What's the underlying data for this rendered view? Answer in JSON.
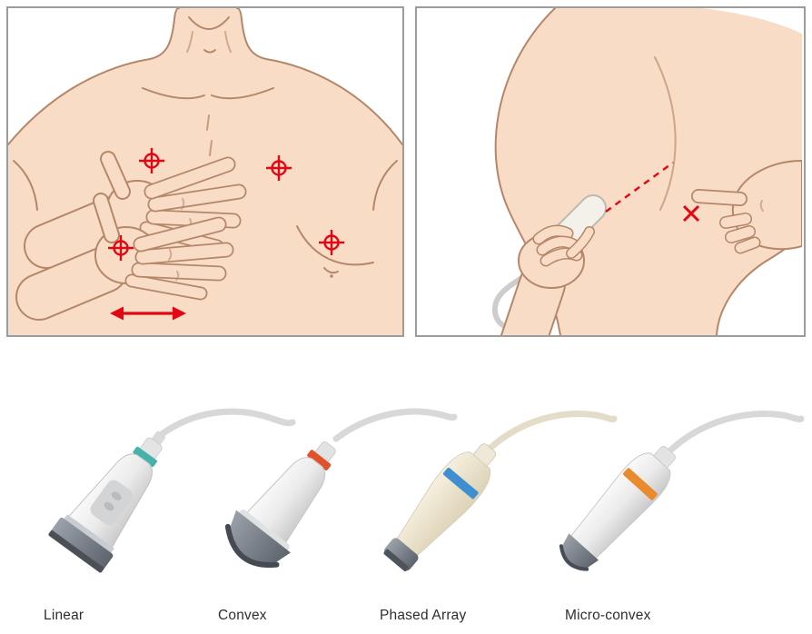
{
  "markers": {
    "color": "#e30613"
  },
  "colors": {
    "skin": "#f8dcc5",
    "outline": "#b5876a",
    "panel_border": "#9c9c9c",
    "cable_gray": "#d8d8d8",
    "cable_cream": "#e2dcc8"
  },
  "panels": {
    "left_name": "chest-scan-technique",
    "right_name": "arm-scan-technique"
  },
  "probes": {
    "items": [
      {
        "label": "Linear",
        "band_color": "#45b3ac"
      },
      {
        "label": "Convex",
        "band_color": "#e0512c"
      },
      {
        "label": "Phased Array",
        "band_color": "#3f8ecf"
      },
      {
        "label": "Micro-convex",
        "band_color": "#e98a2e"
      }
    ]
  }
}
